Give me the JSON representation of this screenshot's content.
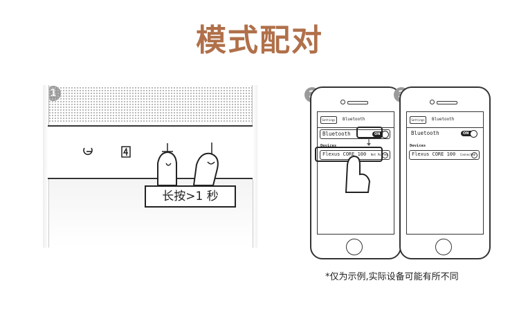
{
  "page": {
    "title": "模式配对",
    "footnote": "*仅为示例,实际设备可能有所不同",
    "accent_color": "#b0704a"
  },
  "steps": [
    {
      "number": "1"
    },
    {
      "number": "2"
    },
    {
      "number": "3"
    }
  ],
  "speaker": {
    "caption": "长按>1 秒",
    "buttons": [
      {
        "icon": "power-icon"
      },
      {
        "icon": "bluetooth-icon"
      },
      {
        "icon": "volume-up-icon"
      },
      {
        "icon": "volume-down-icon"
      }
    ]
  },
  "phone_a": {
    "back_label": "Settings",
    "nav_title": "Bluetooth",
    "bluetooth_label": "Bluetooth",
    "toggle_text": "ON",
    "devices_label": "Devices",
    "device_name": "Flexus CORE 100",
    "device_status": "Not Paired"
  },
  "phone_b": {
    "back_label": "Settings",
    "nav_title": "Bluetooth",
    "bluetooth_label": "Bluetooth",
    "toggle_text": "ON",
    "devices_label": "Devices",
    "device_name": "Flexus CORE 100",
    "device_status": "Connected"
  }
}
